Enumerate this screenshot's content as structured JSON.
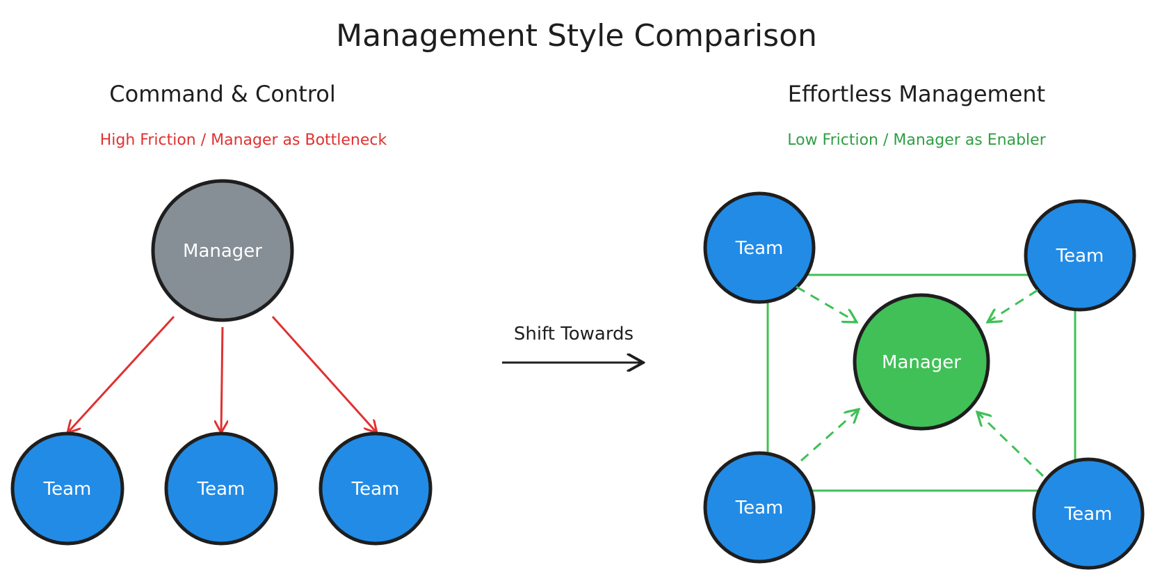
{
  "title": "Management Style Comparison",
  "left": {
    "heading": "Command & Control",
    "subtitle": "High Friction / Manager as Bottleneck",
    "manager_label": "Manager",
    "teams": [
      "Team",
      "Team",
      "Team"
    ]
  },
  "shift": {
    "label": "Shift Towards"
  },
  "right": {
    "heading": "Effortless Management",
    "subtitle": "Low Friction / Manager as Enabler",
    "manager_label": "Manager",
    "teams": [
      "Team",
      "Team",
      "Team",
      "Team"
    ]
  },
  "colors": {
    "team_fill": "#228be6",
    "left_manager_fill": "#868e96",
    "right_manager_fill": "#40c057",
    "command_arrow": "#e03131",
    "enabler_arrow": "#40c057",
    "left_subtitle": "#e03131",
    "right_subtitle": "#2f9e44",
    "outline": "#1e1e1e"
  }
}
